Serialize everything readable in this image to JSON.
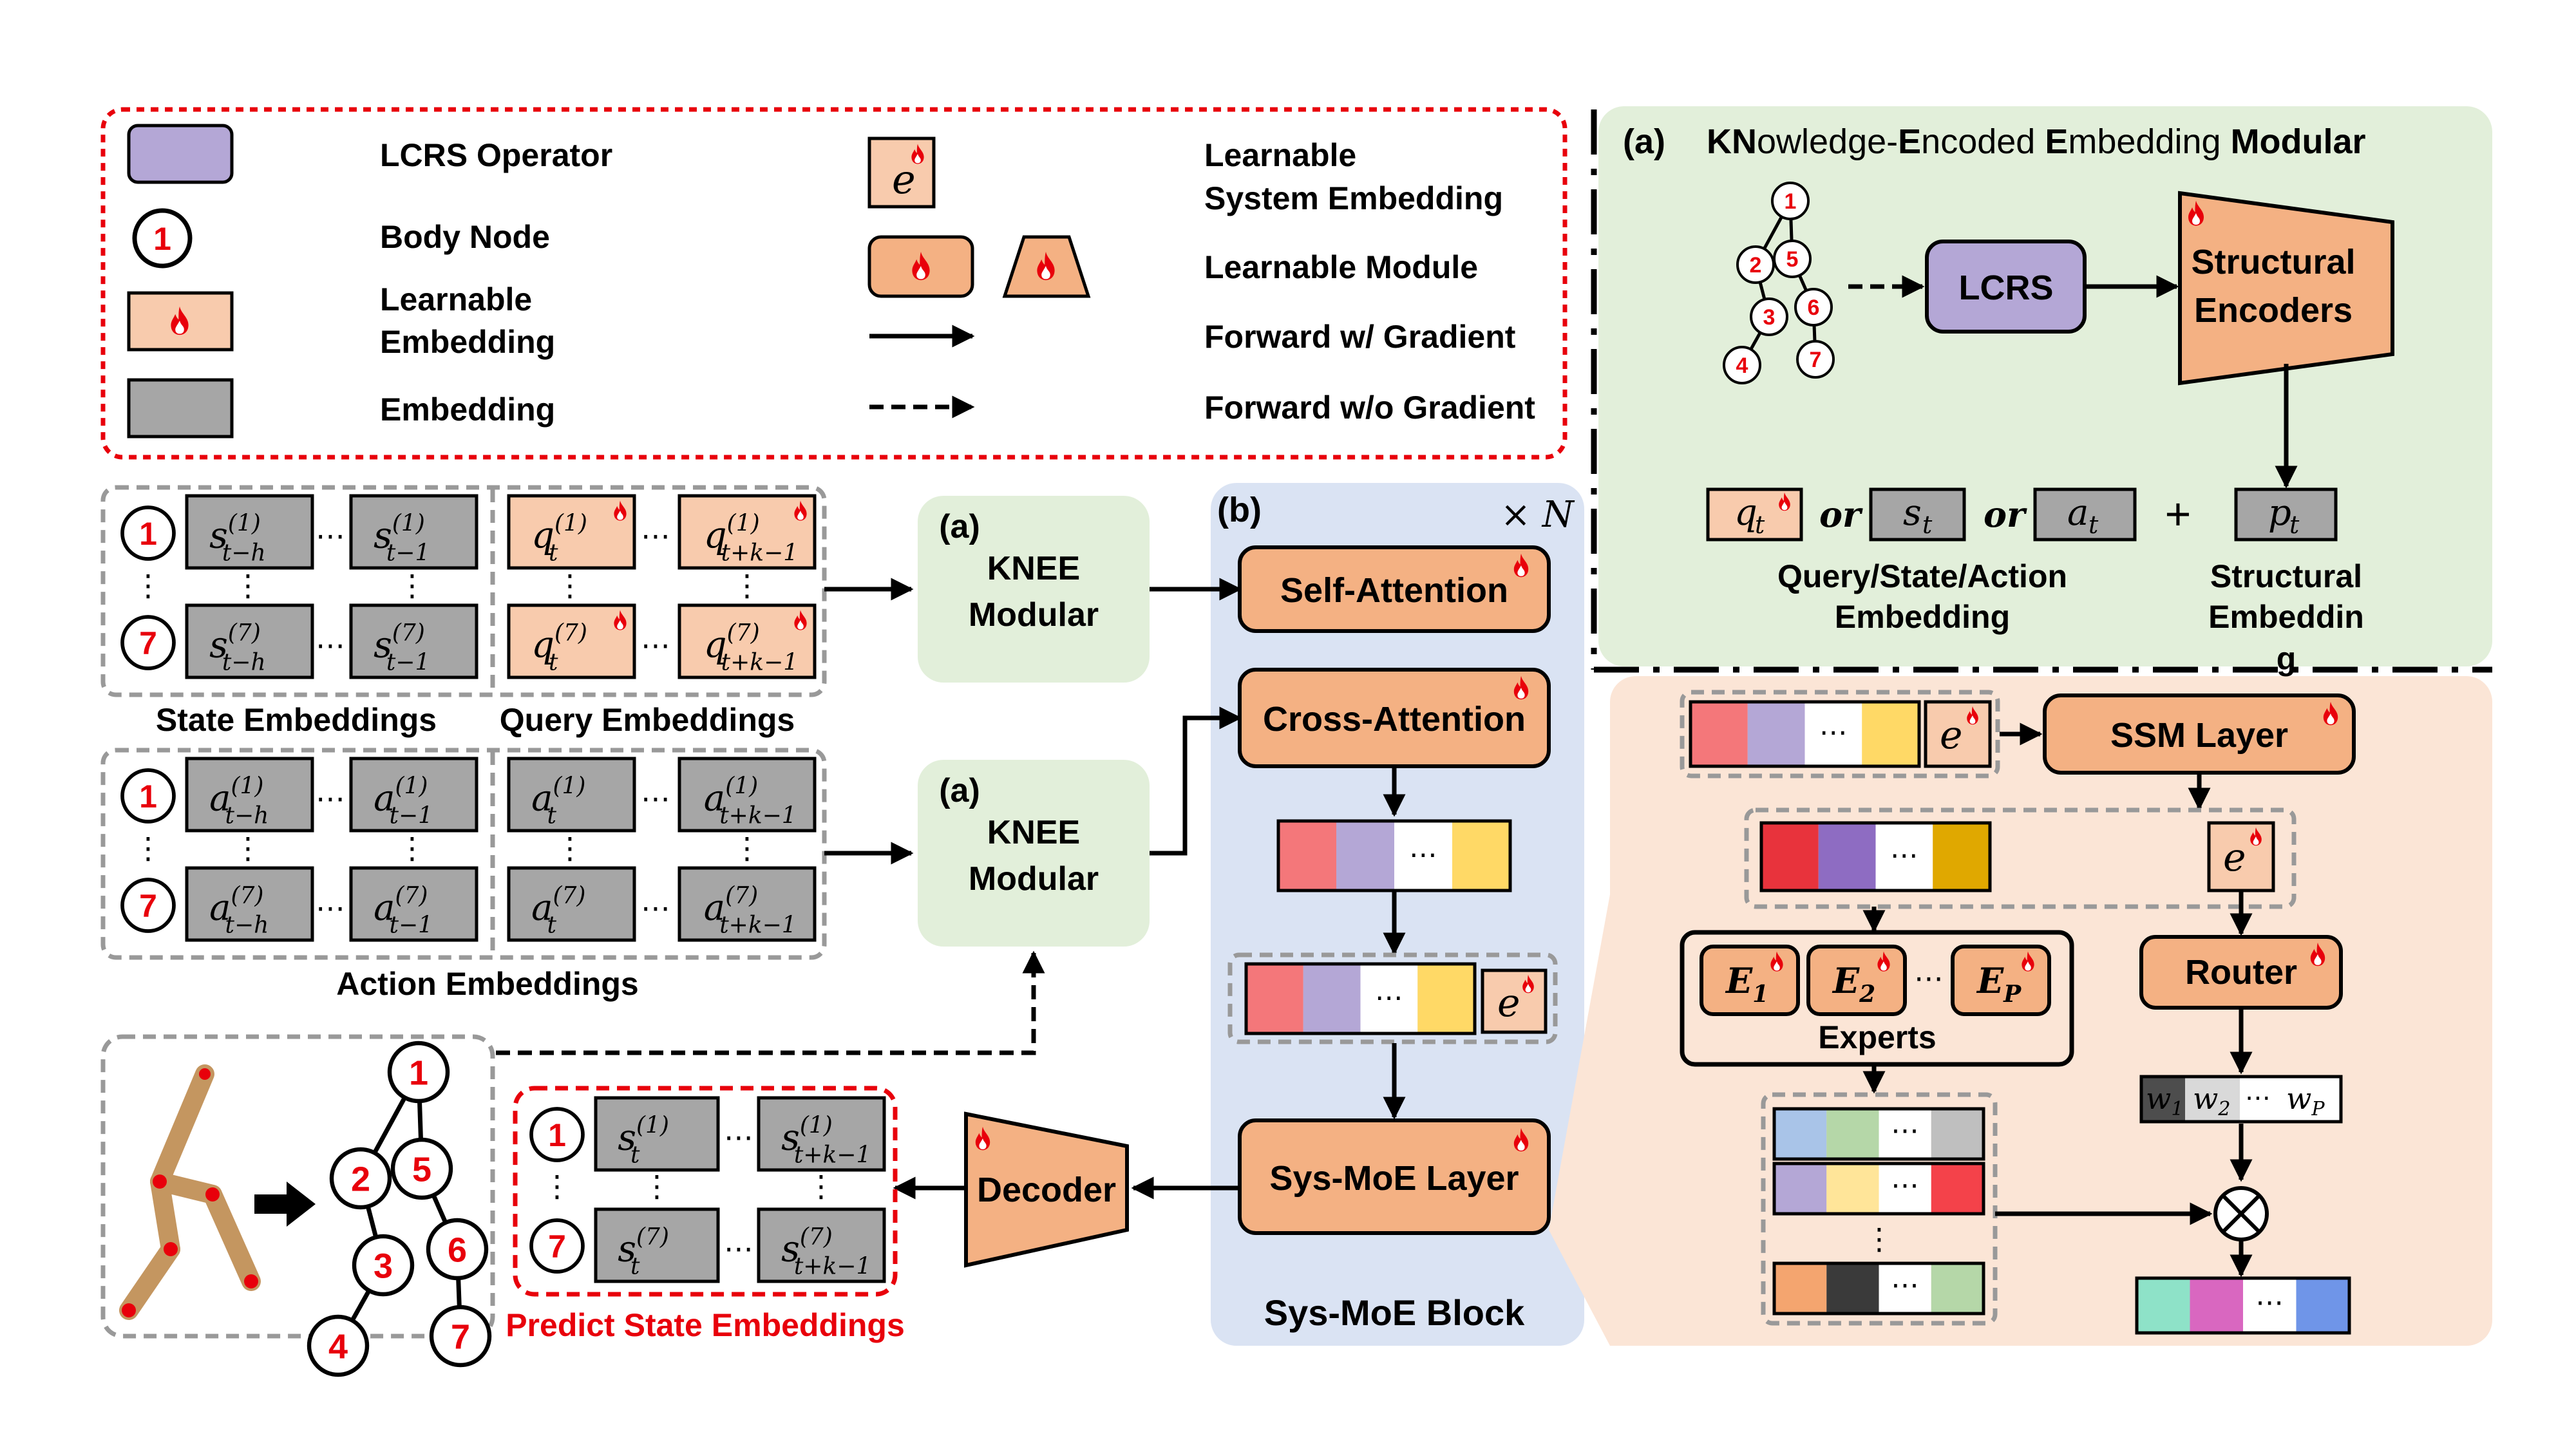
{
  "legend": {
    "lcrs_operator": "LCRS Operator",
    "body_node": "Body Node",
    "body_node_num": "1",
    "learnable_embedding_1": "Learnable",
    "learnable_embedding_2": "Embedding",
    "embedding": "Embedding",
    "e_symbol": "e",
    "learnable_system_embedding_1": "Learnable",
    "learnable_system_embedding_2": "System Embedding",
    "learnable_module": "Learnable Module",
    "forward_with_gradient": "Forward w/ Gradient",
    "forward_without_gradient": "Forward w/o Gradient"
  },
  "inputs": {
    "state_embeddings": "State Embeddings",
    "query_embeddings": "Query Embeddings",
    "action_embeddings": "Action Embeddings",
    "node_first": "1",
    "node_last": "7",
    "ellipsis": "⋯",
    "vdots": "⋮",
    "s": "s",
    "q": "q",
    "a": "a",
    "sub_t_minus_h": "t−h",
    "sub_t_minus_1": "t−1",
    "sub_t": "t",
    "sub_t_plus_k_minus_1": "t+k−1",
    "sup_1": "(1)",
    "sup_7": "(7)"
  },
  "knee_box": {
    "tag": "(a)",
    "line1": "KNEE",
    "line2": "Modular"
  },
  "block_b": {
    "tag": "(b)",
    "times_n": "× N",
    "self_attention": "Self-Attention",
    "cross_attention": "Cross-Attention",
    "sys_moe_layer": "Sys-MoE Layer",
    "block_title": "Sys-MoE Block",
    "ellipsis": "⋯",
    "e_symbol": "e"
  },
  "decoder": "Decoder",
  "predict_state_embeddings": "Predict State Embeddings",
  "tree_nodes": [
    "1",
    "2",
    "3",
    "4",
    "5",
    "6",
    "7"
  ],
  "knee_panel": {
    "tag": "(a)",
    "title_parts": [
      {
        "text": "KN",
        "bold": true
      },
      {
        "text": "owledge-",
        "bold": false
      },
      {
        "text": "E",
        "bold": true
      },
      {
        "text": "ncoded ",
        "bold": false
      },
      {
        "text": "E",
        "bold": true
      },
      {
        "text": "mbedding ",
        "bold": false
      },
      {
        "text": "Modular",
        "bold": true
      }
    ],
    "lcrs": "LCRS",
    "encoders_line1": "Structural",
    "encoders_line2": "Encoders",
    "q_sub": "q",
    "s_sub": "s",
    "a_sub": "a",
    "p_sub": "p",
    "t": "t",
    "or": "or",
    "plus": "+",
    "qsa_line1": "Query/State/Action",
    "qsa_line2": "Embedding",
    "struct_line1": "Structural",
    "struct_line2": "Embeddin",
    "struct_line3": "g"
  },
  "moe_panel": {
    "ssm_layer": "SSM Layer",
    "router": "Router",
    "experts": "Experts",
    "e_symbol": "e",
    "expert_E": "E",
    "expert_subs": [
      "1",
      "2",
      "P"
    ],
    "w": "w",
    "w_subs": [
      "1",
      "2",
      "P"
    ],
    "ellipsis": "⋯",
    "vdots": "⋮",
    "otimes": "⊗"
  },
  "colors": {
    "learnable_fill": "#f4b183",
    "learnable_light": "#f8cbad",
    "embedding_gray": "#a6a6a6",
    "lcrs_purple": "#b4a7d6",
    "knee_green": "#e2efda",
    "block_blue": "#dae3f3",
    "moe_panel": "#fbe5d6",
    "red": "#e8000b"
  }
}
